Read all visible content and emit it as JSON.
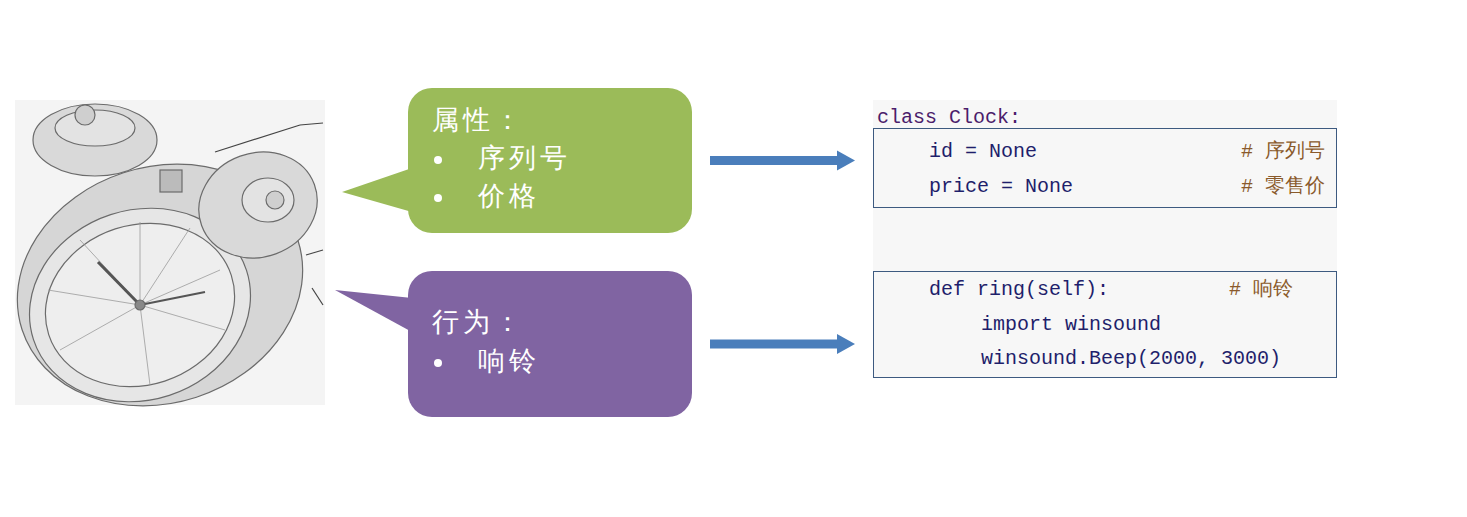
{
  "diagram": {
    "nodes": [
      {
        "text": [
          "属性：",
          "序列号",
          "价格"
        ]
      },
      {
        "text": [
          "行为：",
          "响铃"
        ]
      },
      {
        "text": [
          "class Clock:",
          "id = None",
          "# 序列号",
          "price = None",
          "# 零售价"
        ]
      },
      {
        "text": [
          "def ring(self):",
          "# 响铃",
          "import winsound",
          "winsound.Beep(2000, 3000)"
        ]
      }
    ],
    "edges": [
      {
        "from": 0,
        "to": 2,
        "arrow": "to"
      },
      {
        "from": 1,
        "to": 3,
        "arrow": "to"
      }
    ]
  }
}
